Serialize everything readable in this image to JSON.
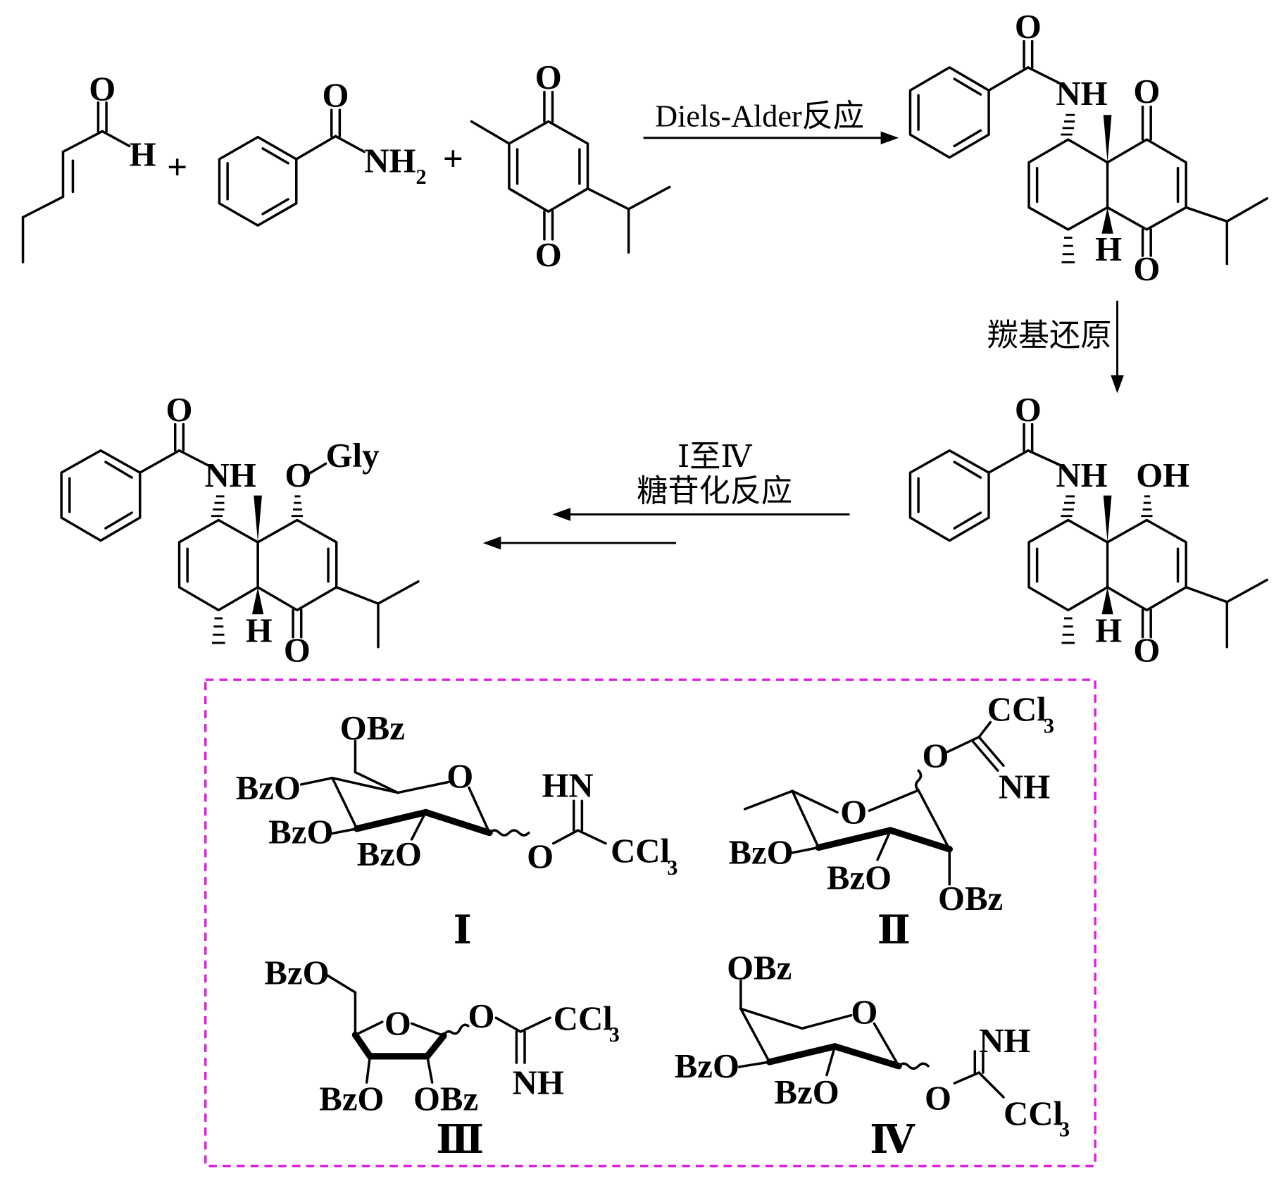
{
  "labels": {
    "o": "O",
    "h": "H",
    "nh": "NH",
    "nh2": "NH",
    "sub2": "2",
    "oh": "OH",
    "gly": "Gly",
    "hn": "HN",
    "obz": "OBz",
    "bzo": "BzO",
    "ccl": "CCl",
    "sub3": "3",
    "plus": "+"
  },
  "conditions": {
    "step1": "Diels-Alder反应",
    "step2": "羰基还原",
    "step3_line1": "Ⅰ至Ⅳ",
    "step3_line2": "糖苷化反应"
  },
  "numerals": {
    "i": "Ⅰ",
    "ii": "Ⅱ",
    "iii": "Ⅲ",
    "iv": "Ⅳ"
  },
  "colors": {
    "ink": "#000000",
    "box_border": "#e020e0"
  }
}
